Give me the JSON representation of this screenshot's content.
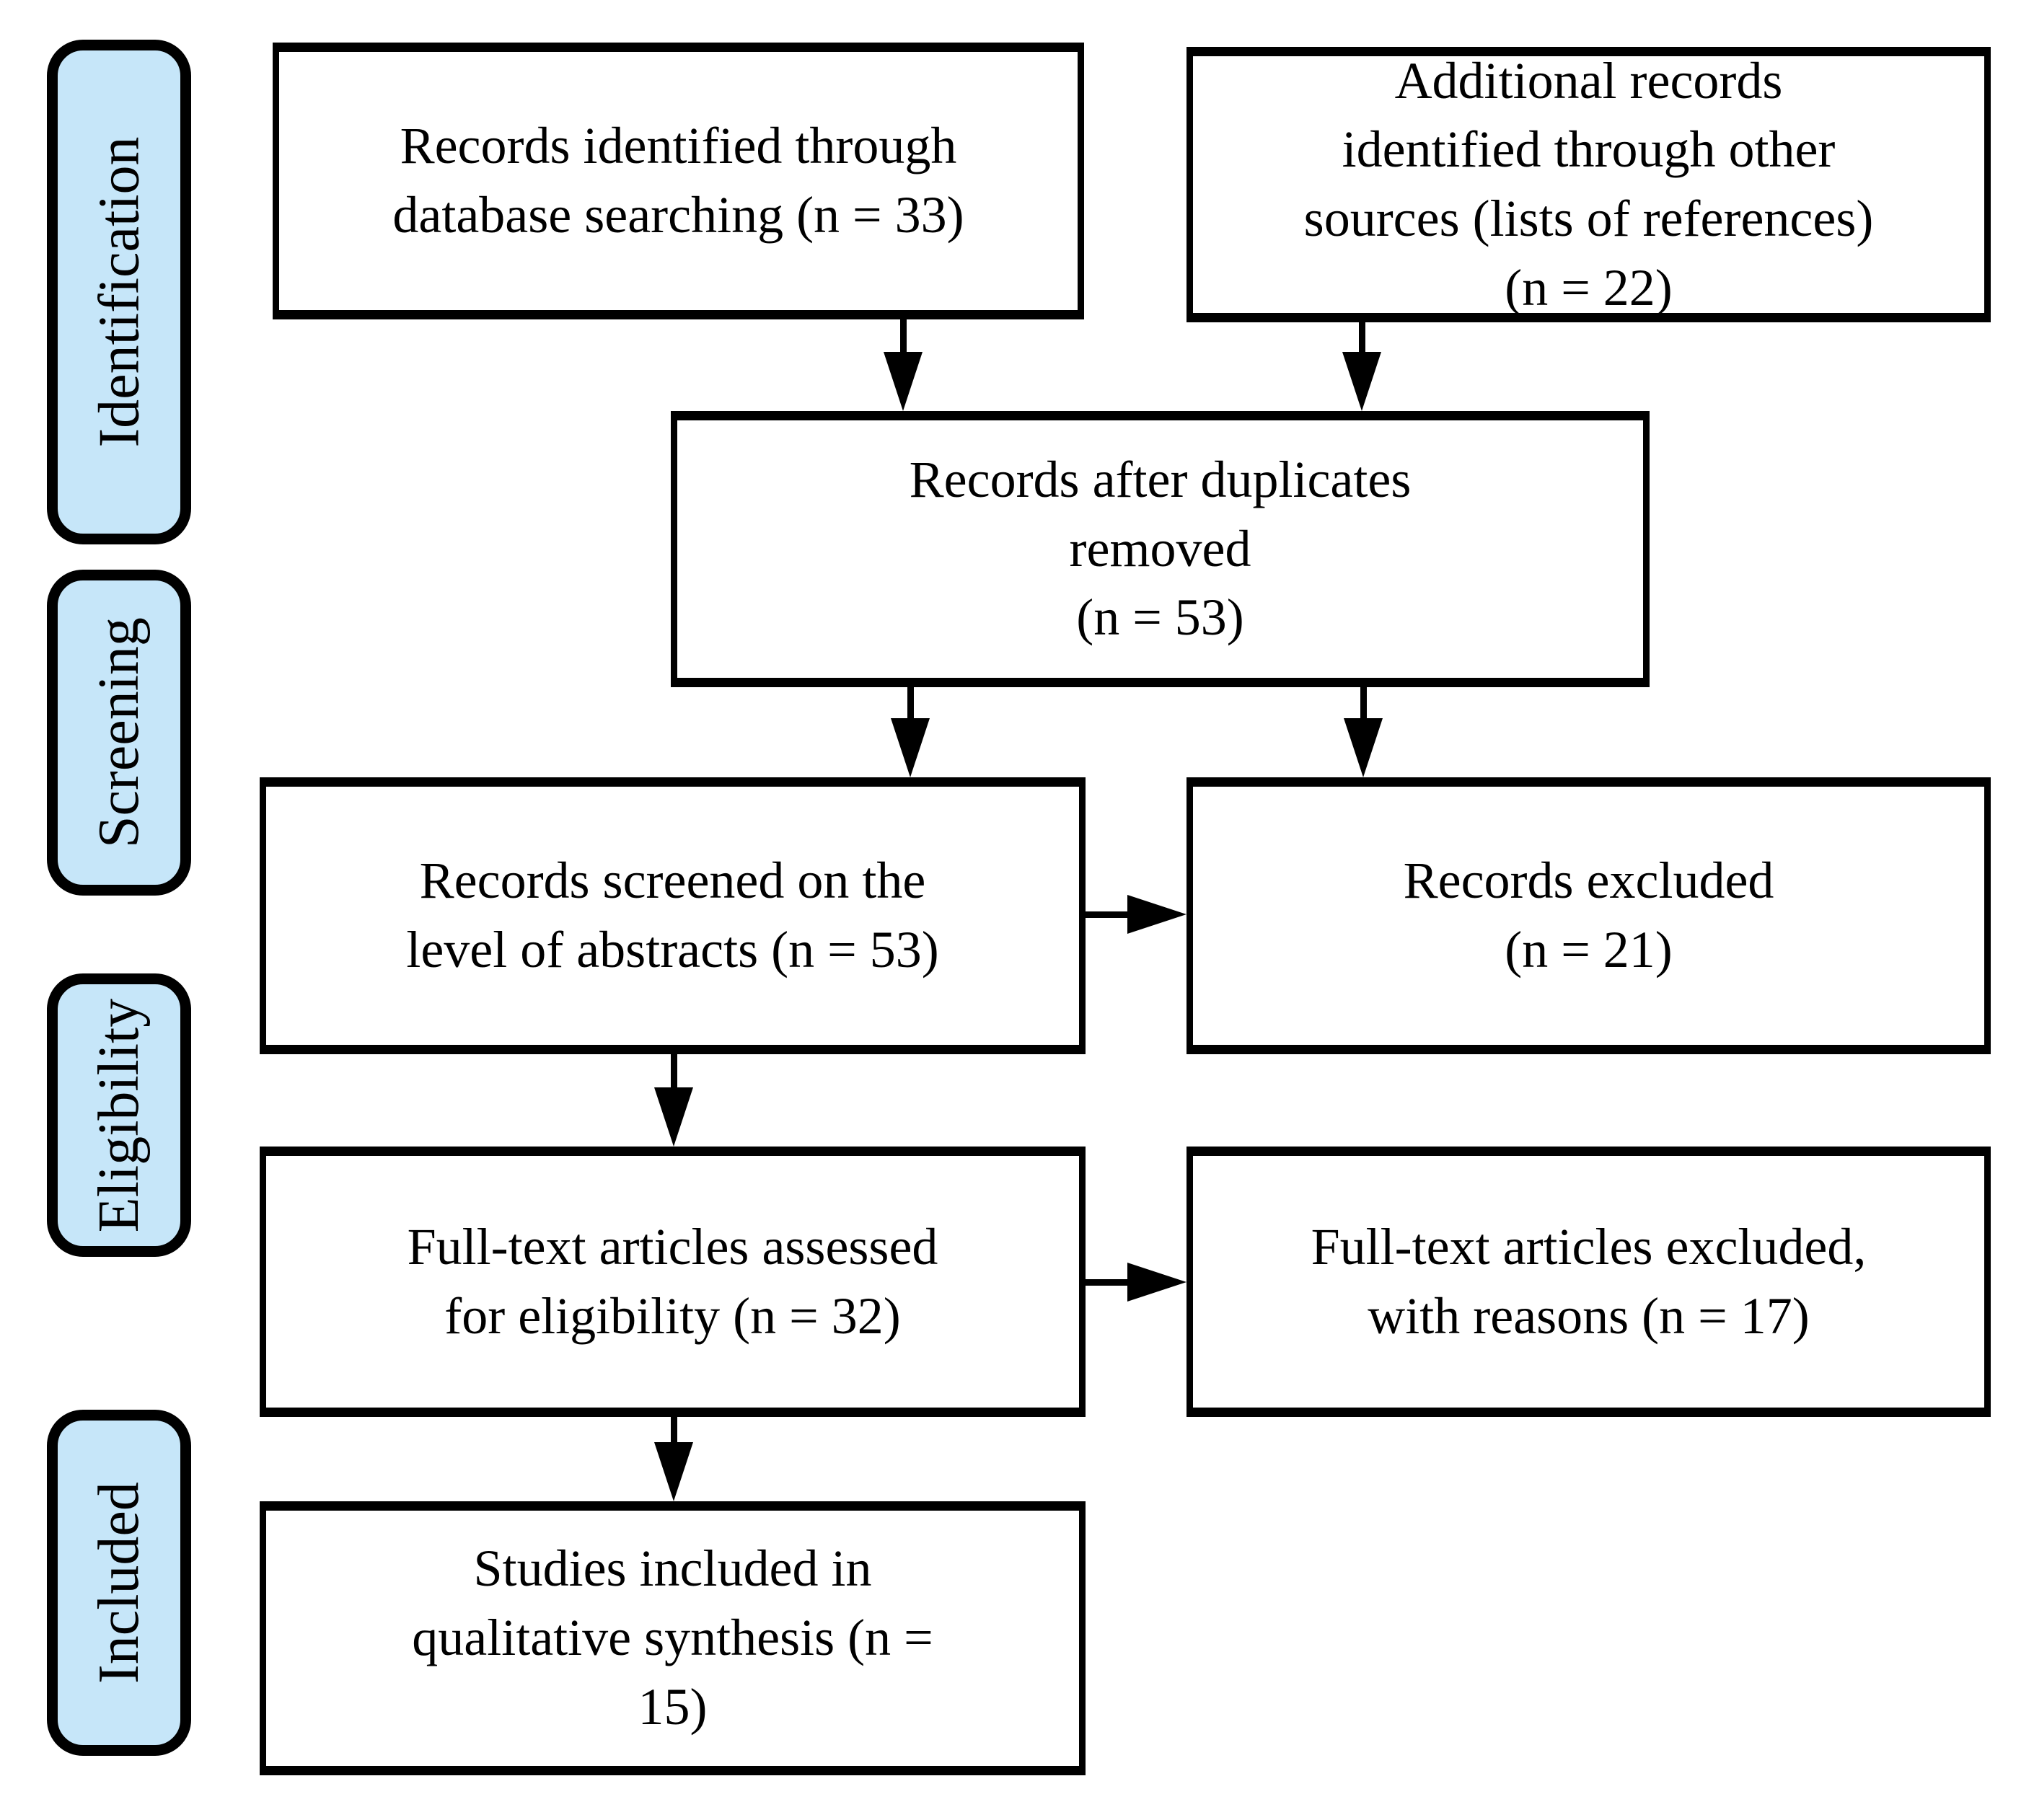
{
  "figure": {
    "type": "prisma-flow-diagram",
    "accent_fill_color": "#C6E6F9",
    "line_color": "#000000"
  },
  "sidebar": {
    "fill_color": "#C6E6F9",
    "stages": [
      {
        "label": "Identification"
      },
      {
        "label": "Screening"
      },
      {
        "label": "Eligibility"
      },
      {
        "label": "Included"
      }
    ]
  },
  "boxes": {
    "records_identified": {
      "n": 33,
      "lines": [
        "Records identified through",
        "database searching (n = 33)"
      ]
    },
    "additional_records": {
      "n": 22,
      "lines": [
        "Additional records",
        "identified through other",
        "sources (lists of references)",
        "(n = 22)"
      ]
    },
    "after_duplicates": {
      "n": 53,
      "lines": [
        "Records after duplicates",
        "removed",
        "(n = 53)"
      ]
    },
    "records_screened": {
      "n": 53,
      "lines": [
        "Records screened on the",
        "level of abstracts (n = 53)"
      ]
    },
    "records_excluded": {
      "n": 21,
      "lines": [
        "Records excluded",
        "(n = 21)"
      ]
    },
    "fulltext_assessed": {
      "n": 32,
      "lines": [
        "Full-text articles assessed",
        "for eligibility (n = 32)"
      ]
    },
    "fulltext_excluded": {
      "n": 17,
      "lines": [
        "Full-text articles excluded,",
        "with reasons (n = 17)"
      ]
    },
    "studies_included": {
      "n": 15,
      "lines": [
        "Studies included in",
        "qualitative synthesis (n =",
        "15)"
      ]
    }
  }
}
